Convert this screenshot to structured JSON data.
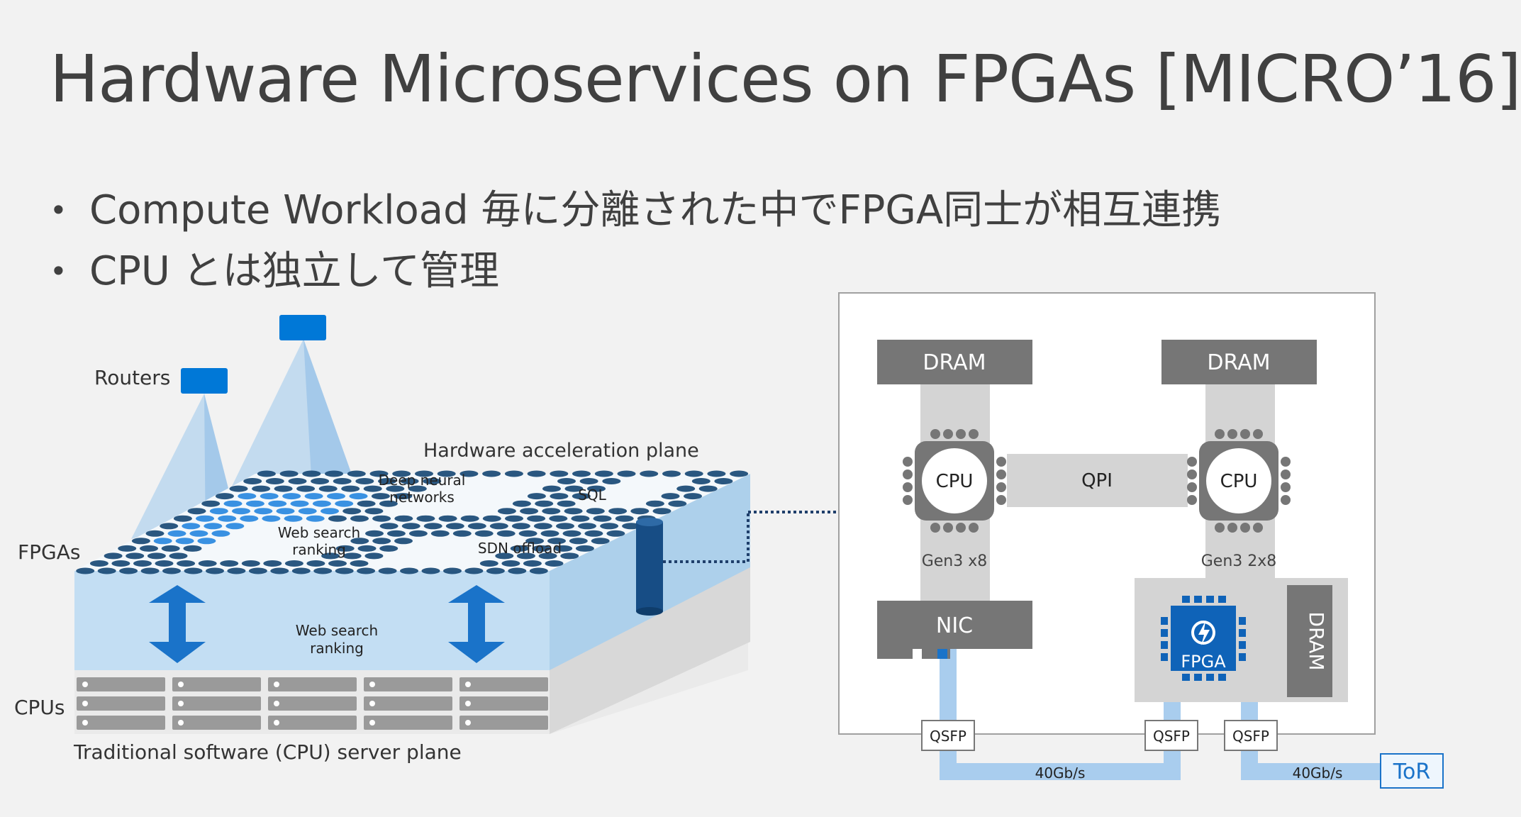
{
  "slide": {
    "title": "Hardware Microservices on FPGAs [MICRO’16]",
    "bullets": [
      "Compute Workload 毎に分離された中でFPGA同士が相互連携",
      "CPU とは独立して管理"
    ]
  },
  "left_diagram": {
    "routers_label": "Routers",
    "fpgas_label": "FPGAs",
    "cpus_label": "CPUs",
    "acceleration_plane_label": "Hardware acceleration plane",
    "software_plane_label": "Traditional software (CPU) server plane",
    "workloads": {
      "dnn_line1": "Deep neural",
      "dnn_line2": "networks",
      "sql": "SQL",
      "web_search_line1": "Web search",
      "web_search_line2": "ranking",
      "sdn": "SDN offload",
      "web_search_lower_line1": "Web search",
      "web_search_lower_line2": "ranking"
    },
    "colors": {
      "router": "#0078d7",
      "fpga_dark": "#1f4e79",
      "fpga_light": "#2e8be0",
      "plane": "#bcdcf4",
      "arrow": "#1a73c9"
    }
  },
  "right_diagram": {
    "dram_left": "DRAM",
    "dram_right": "DRAM",
    "cpu_left": "CPU",
    "cpu_right": "CPU",
    "qpi": "QPI",
    "gen3_left": "Gen3 x8",
    "gen3_right": "Gen3 2x8",
    "nic": "NIC",
    "fpga": "FPGA",
    "fpga_dram": "DRAM",
    "qsfp_1": "QSFP",
    "qsfp_2": "QSFP",
    "qsfp_3": "QSFP",
    "link_left": "40Gb/s",
    "link_right": "40Gb/s",
    "tor": "ToR",
    "colors": {
      "block": "#767676",
      "bus": "#d4d4d4",
      "fpga": "#0f63b8",
      "link": "#a9cdee"
    }
  }
}
